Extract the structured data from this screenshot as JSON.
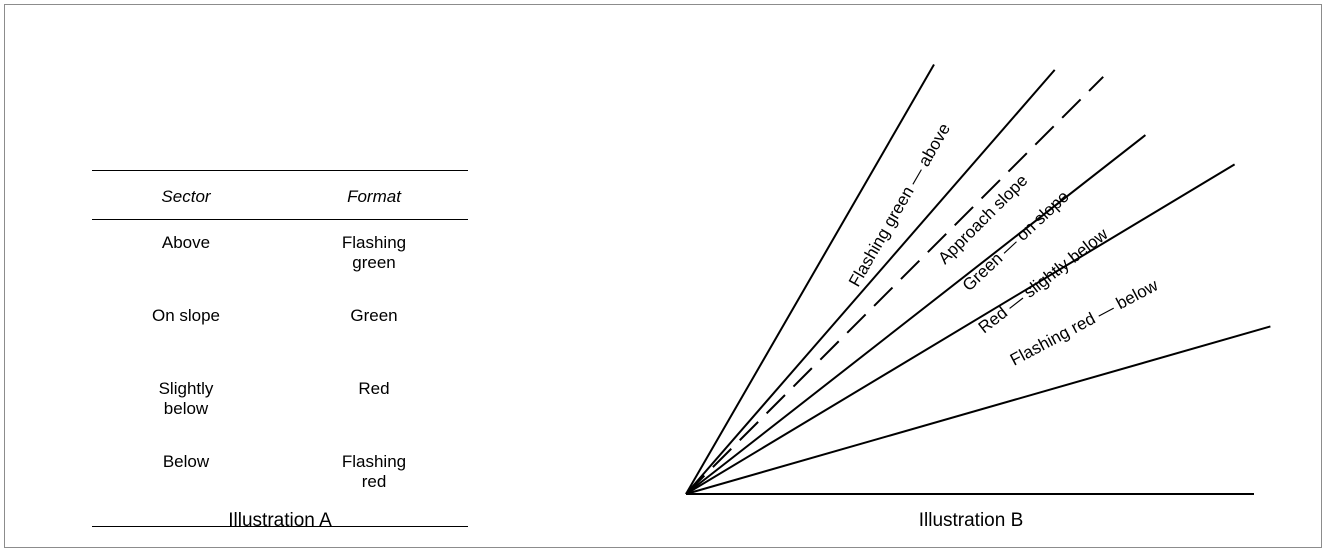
{
  "illustration_a": {
    "caption": "Illustration A",
    "columns": [
      "Sector",
      "Format"
    ],
    "rows": [
      {
        "sector": [
          "Above"
        ],
        "format": [
          "Flashing",
          "green"
        ]
      },
      {
        "sector": [
          "On slope"
        ],
        "format": [
          "Green"
        ]
      },
      {
        "sector": [
          "Slightly",
          "below"
        ],
        "format": [
          "Red"
        ]
      },
      {
        "sector": [
          "Below"
        ],
        "format": [
          "Flashing",
          "red"
        ]
      }
    ]
  },
  "illustration_b": {
    "caption": "Illustration B",
    "sectors": [
      {
        "label": "Flashing green — above",
        "angle_deg": 60
      },
      {
        "label": "Approach slope",
        "angle_deg": 45,
        "dashed": true
      },
      {
        "label": "Green — on slope",
        "angle_deg": 43
      },
      {
        "label": "Red — slightly below",
        "angle_deg": 38
      },
      {
        "label": "Flashing red — below",
        "angle_deg": 28
      }
    ],
    "line_angles_deg": [
      60,
      49,
      45,
      38,
      31,
      16,
      0
    ],
    "dashed_line_angle_deg": 45
  }
}
